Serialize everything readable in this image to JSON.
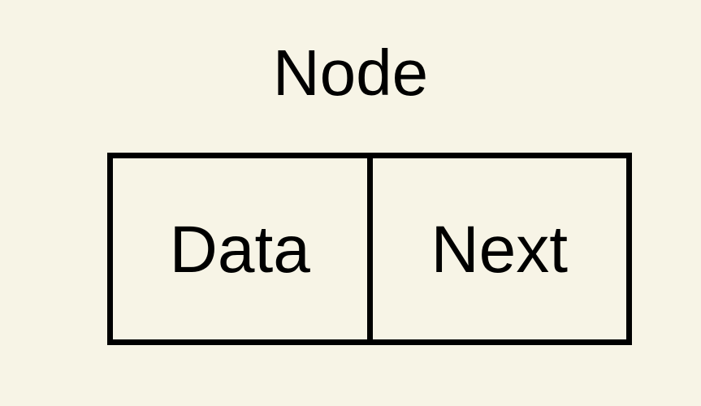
{
  "diagram": {
    "title": "Node",
    "type": "linked-list-node",
    "background_color": "#f7f4e6",
    "stroke_color": "#000000",
    "box": {
      "fields": [
        {
          "label": "Data",
          "name": "data-field"
        },
        {
          "label": "Next",
          "name": "next-field"
        }
      ]
    }
  }
}
